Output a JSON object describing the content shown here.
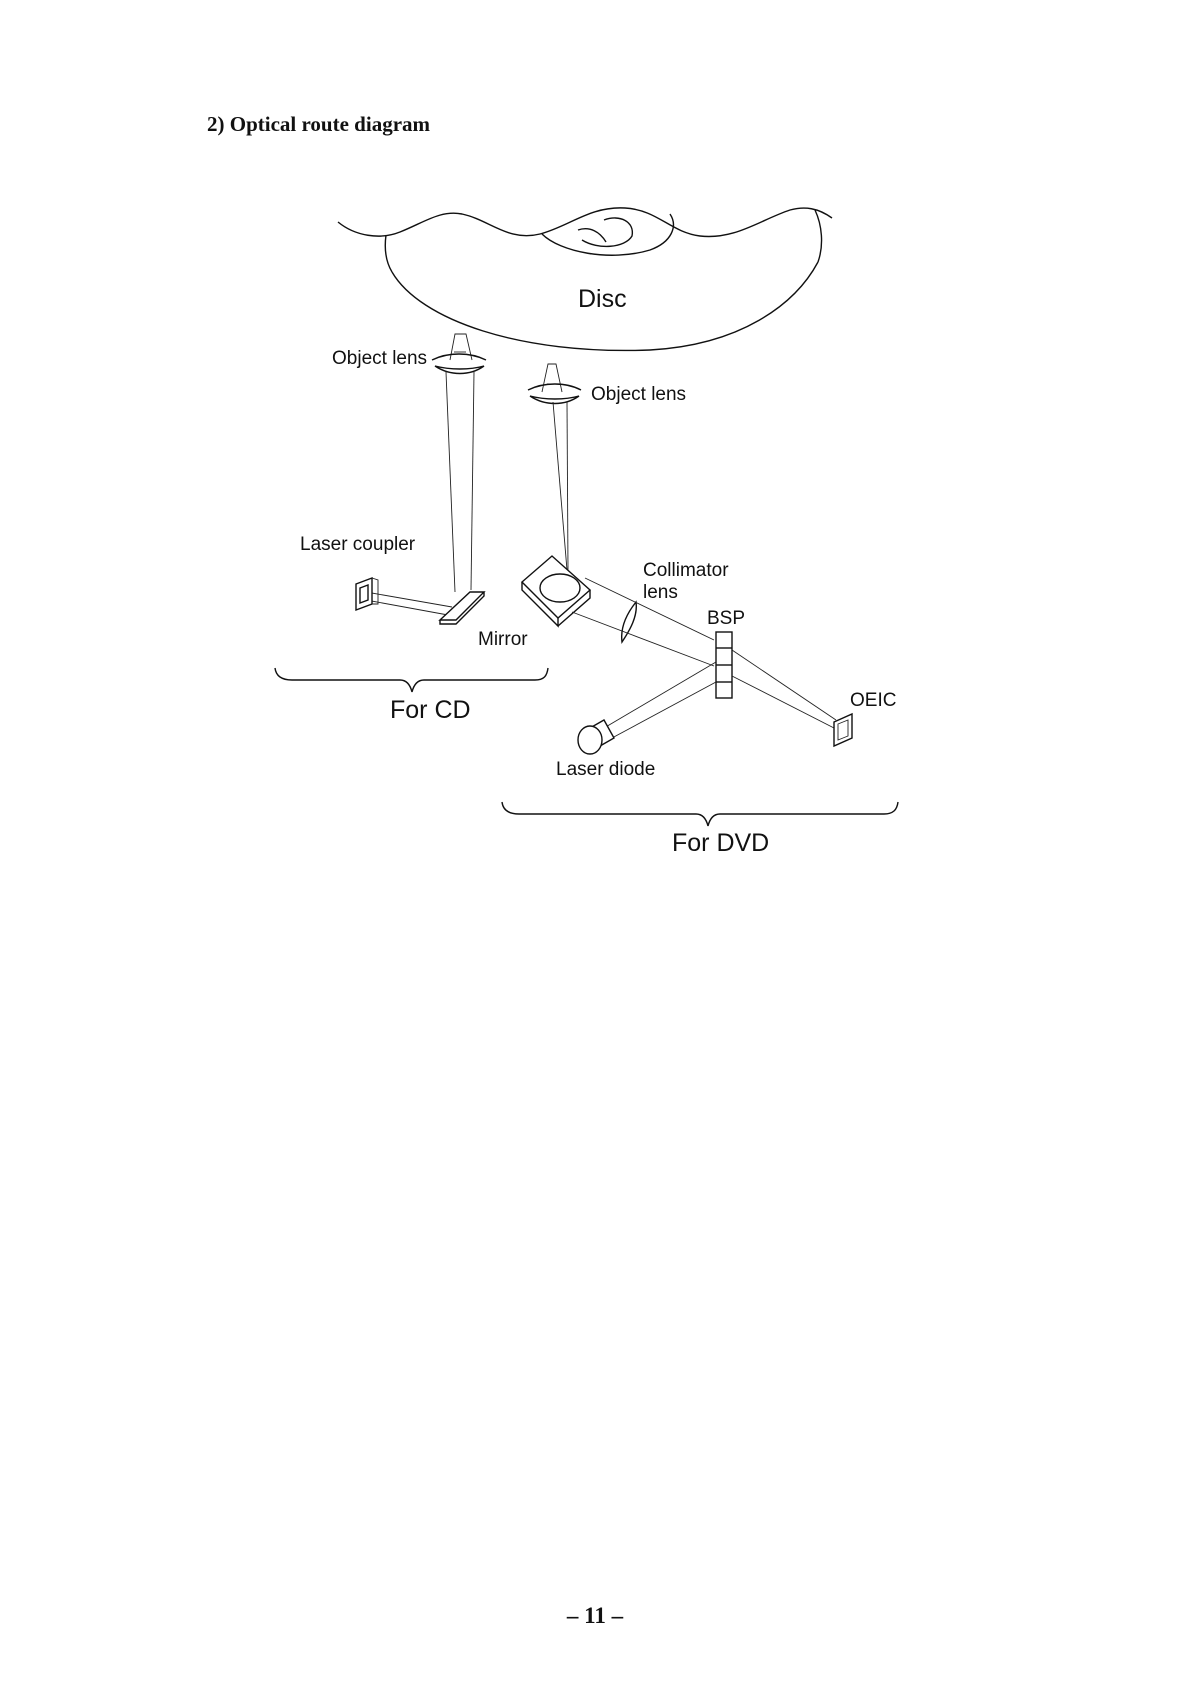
{
  "heading": "2) Optical route diagram",
  "labels": {
    "disc": "Disc",
    "object_lens_cd": "Object lens",
    "object_lens_dvd": "Object lens",
    "laser_coupler": "Laser coupler",
    "mirror": "Mirror",
    "collimator_line1": "Collimator",
    "collimator_line2": "lens",
    "bsp": "BSP",
    "oeic": "OEIC",
    "laser_diode": "Laser diode",
    "for_cd": "For CD",
    "for_dvd": "For DVD"
  },
  "page_number": "– 11 –"
}
